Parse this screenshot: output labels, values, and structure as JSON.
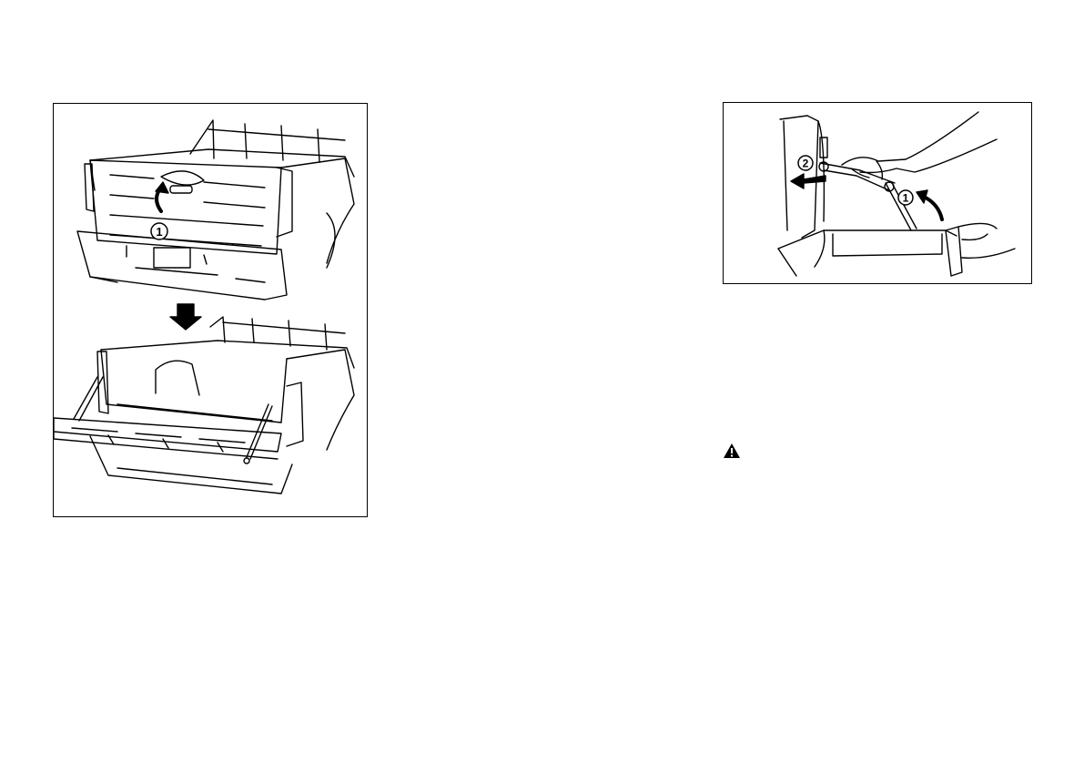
{
  "figures": {
    "left": {
      "callout_1": "1"
    },
    "right": {
      "callout_1": "1",
      "callout_2": "2"
    }
  },
  "icons": {
    "warning": "warning-triangle-icon"
  },
  "colors": {
    "line": "#000000",
    "paper": "#ffffff"
  }
}
